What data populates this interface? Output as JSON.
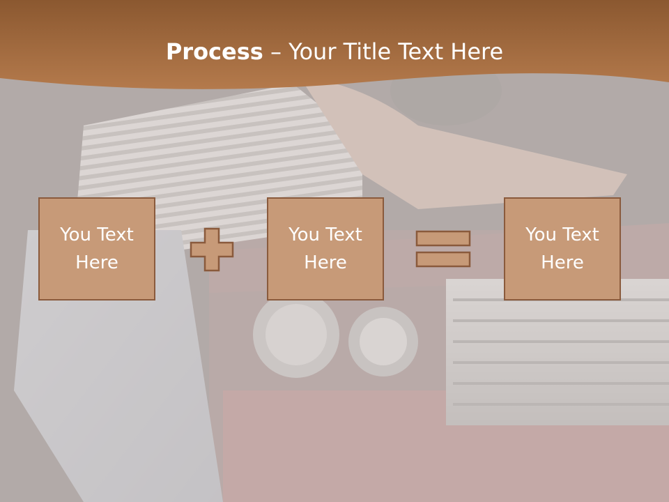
{
  "slide": {
    "title_bold": "Process",
    "title_rest": " – Your Title Text Here"
  },
  "boxes": [
    {
      "text": "You Text Here"
    },
    {
      "text": "You Text Here"
    },
    {
      "text": "You Text Here"
    }
  ],
  "operators": [
    "plus-icon",
    "equals-icon"
  ],
  "colors": {
    "header": "#a8683a",
    "box_fill": "#c79a78",
    "box_border": "#8a5a3c",
    "overlay": "#d8d2cf"
  }
}
